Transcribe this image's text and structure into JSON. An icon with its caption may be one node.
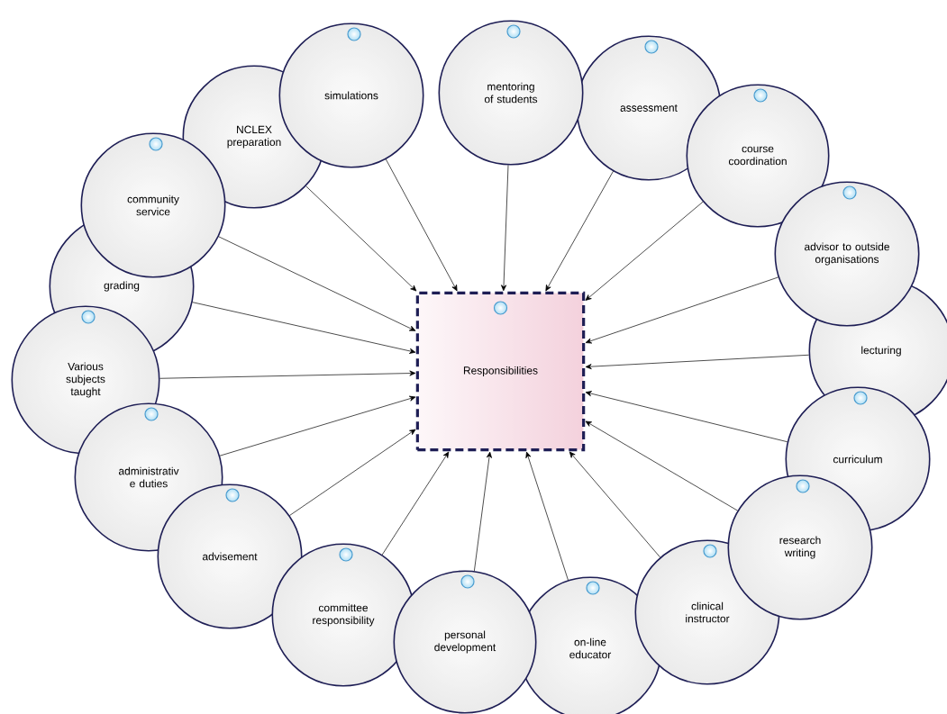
{
  "diagram": {
    "nodes": [
      {
        "text": [
          "Responsibilities"
        ]
      },
      {
        "text": [
          "NCLEX preparation"
        ]
      },
      {
        "text": [
          "simulations"
        ]
      },
      {
        "text": [
          "mentoring of students"
        ]
      },
      {
        "text": [
          "assessment"
        ]
      },
      {
        "text": [
          "course coordination"
        ]
      },
      {
        "text": [
          "community service"
        ]
      },
      {
        "text": [
          "advisor to outside organisations"
        ]
      },
      {
        "text": [
          "grading"
        ]
      },
      {
        "text": [
          "lecturing"
        ]
      },
      {
        "text": [
          "Various subjects taught"
        ]
      },
      {
        "text": [
          "administrativ e duties"
        ]
      },
      {
        "text": [
          "curriculum"
        ]
      },
      {
        "text": [
          "research writing"
        ]
      },
      {
        "text": [
          "advisement"
        ]
      },
      {
        "text": [
          "clinical instructor"
        ]
      },
      {
        "text": [
          "committee responsibility"
        ]
      },
      {
        "text": [
          "personal development"
        ]
      },
      {
        "text": [
          "on-line educator"
        ]
      }
    ],
    "edges": [
      {
        "from": 1,
        "to": 0,
        "arrow": "to"
      },
      {
        "from": 2,
        "to": 0,
        "arrow": "to"
      },
      {
        "from": 3,
        "to": 0,
        "arrow": "to"
      },
      {
        "from": 4,
        "to": 0,
        "arrow": "to"
      },
      {
        "from": 5,
        "to": 0,
        "arrow": "to"
      },
      {
        "from": 6,
        "to": 0,
        "arrow": "to"
      },
      {
        "from": 7,
        "to": 0,
        "arrow": "to"
      },
      {
        "from": 8,
        "to": 0,
        "arrow": "to"
      },
      {
        "from": 9,
        "to": 0,
        "arrow": "to"
      },
      {
        "from": 10,
        "to": 0,
        "arrow": "to"
      },
      {
        "from": 11,
        "to": 0,
        "arrow": "to"
      },
      {
        "from": 12,
        "to": 0,
        "arrow": "to"
      },
      {
        "from": 13,
        "to": 0,
        "arrow": "to"
      },
      {
        "from": 14,
        "to": 0,
        "arrow": "to"
      },
      {
        "from": 15,
        "to": 0,
        "arrow": "to"
      },
      {
        "from": 16,
        "to": 0,
        "arrow": "to"
      },
      {
        "from": 17,
        "to": 0,
        "arrow": "to"
      },
      {
        "from": 18,
        "to": 0,
        "arrow": "to"
      }
    ]
  }
}
